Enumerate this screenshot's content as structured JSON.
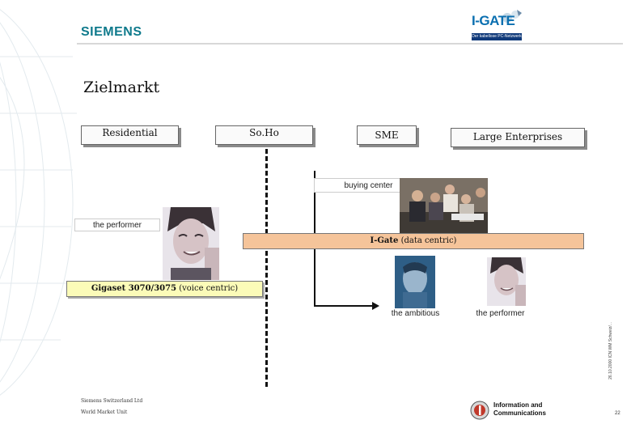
{
  "header": {
    "brand": "SIEMENS",
    "logo_word": "I-GATE",
    "logo_tagline": "Der kabellose PC-Netzwerk"
  },
  "slide": {
    "title": "Zielmarkt"
  },
  "segments": [
    "Residential",
    "So.Ho",
    "SME",
    "Large Enterprises"
  ],
  "labels": {
    "buying_center": "buying center",
    "performer_left": "the performer",
    "ambitious": "the ambitious",
    "performer_right": "the performer"
  },
  "bars": {
    "igate_name": "I-Gate",
    "igate_desc": "(data centric)",
    "gigaset_name": "Gigaset 3070/3075",
    "gigaset_desc": "(voice centric)"
  },
  "footer": {
    "line1": "Siemens Switzerland Ltd",
    "line2": "World Market Unit",
    "ic_line1": "Information and",
    "ic_line2": "Communications",
    "page": "22",
    "side_text": "26.10.2000 ICN WM Schweiz/..."
  },
  "colors": {
    "brand": "#0f7a8c",
    "igate_bar": "#f5c49a",
    "gigaset_bar": "#fbfbb8"
  }
}
